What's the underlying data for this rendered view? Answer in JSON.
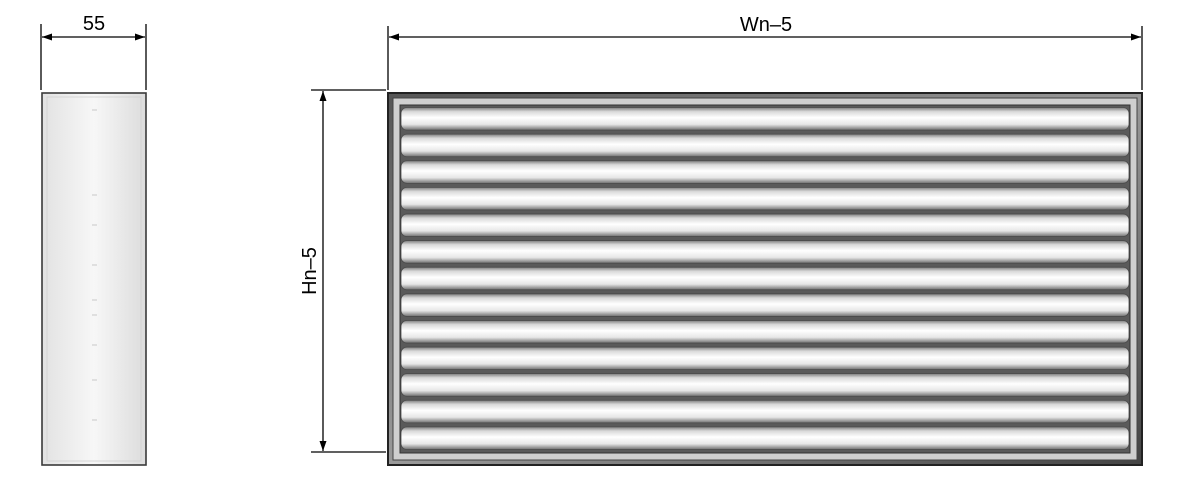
{
  "dimensions": {
    "depth_label": "55",
    "width_label": "Wn–5",
    "height_label": "Hn–5"
  },
  "grille": {
    "blade_count": 13
  },
  "colors": {
    "line": "#000000",
    "frame": "#333333",
    "blade_light": "#f4f4f4",
    "blade_dark": "#8a8a8a",
    "side_panel": "#ececec"
  }
}
